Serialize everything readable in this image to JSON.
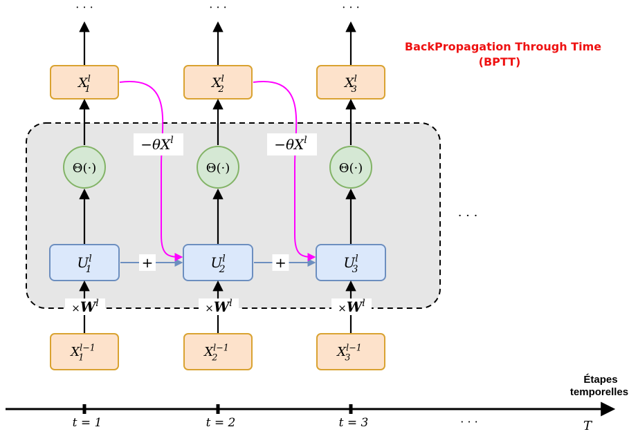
{
  "title": {
    "line1": "BackPropagation Through Time",
    "line2": "(BPTT)",
    "color": "#ee1111"
  },
  "colors": {
    "state_fill": "#fde2cb",
    "state_stroke": "#d9a230",
    "u_fill": "#dbe8fb",
    "u_stroke": "#6c8ebf",
    "theta_fill": "#d5e8d4",
    "theta_stroke": "#82b366",
    "reset_arrow": "#ff00ff",
    "region_fill": "#e6e6e6"
  },
  "top_ellipsis": [
    "· · ·",
    "· · ·",
    "· · ·"
  ],
  "right_ellipsis": "· · ·",
  "columns": [
    {
      "output": {
        "base": "X",
        "sup": "l",
        "sub": "1"
      },
      "activation": "Θ(·)",
      "membrane": {
        "base": "U",
        "sup": "l",
        "sub": "1"
      },
      "weight": {
        "prefix": "×",
        "base": "W",
        "sup": "l"
      },
      "input": {
        "base": "X",
        "sup": "l−1",
        "sub": "1"
      },
      "time": "t = 1"
    },
    {
      "output": {
        "base": "X",
        "sup": "l",
        "sub": "2"
      },
      "activation": "Θ(·)",
      "membrane": {
        "base": "U",
        "sup": "l",
        "sub": "2"
      },
      "weight": {
        "prefix": "×",
        "base": "W",
        "sup": "l"
      },
      "input": {
        "base": "X",
        "sup": "l−1",
        "sub": "2"
      },
      "time": "t = 2"
    },
    {
      "output": {
        "base": "X",
        "sup": "l",
        "sub": "3"
      },
      "activation": "Θ(·)",
      "membrane": {
        "base": "U",
        "sup": "l",
        "sub": "3"
      },
      "weight": {
        "prefix": "×",
        "base": "W",
        "sup": "l"
      },
      "input": {
        "base": "X",
        "sup": "l−1",
        "sub": "3"
      },
      "time": "t = 3"
    }
  ],
  "reset_labels": [
    {
      "prefix": "−θX",
      "sup": "l"
    },
    {
      "prefix": "−θX",
      "sup": "l"
    }
  ],
  "plus_labels": [
    "+",
    "+"
  ],
  "time_axis": {
    "label_line1": "Étapes",
    "label_line2": "temporelles",
    "ellipsis": "· · ·",
    "end_label": "T"
  }
}
